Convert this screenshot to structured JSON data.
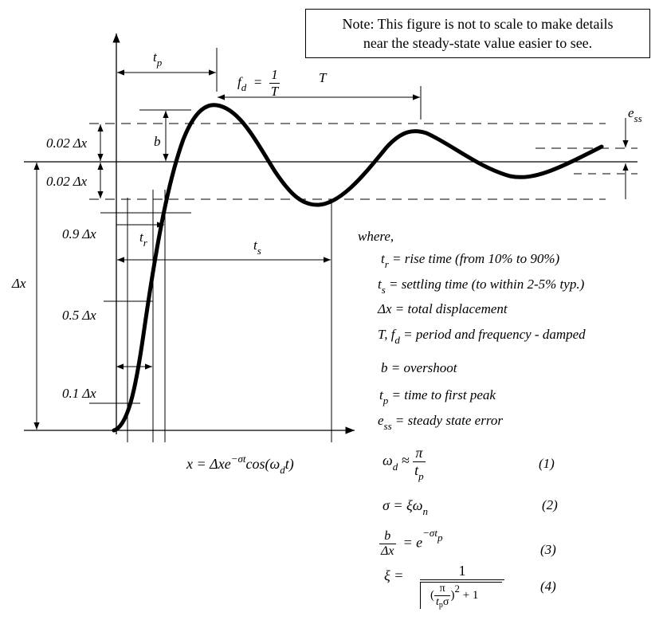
{
  "note": {
    "line1": "Note: This figure is not to scale to make details",
    "line2": "near the steady-state value easier to see."
  },
  "figure_labels": {
    "tp": "t",
    "tp_sub": "p",
    "fd": "f",
    "fd_sub": "d",
    "fd_eq": "=",
    "fd_num": "1",
    "fd_den": "T",
    "T": "T",
    "ess": "e",
    "ess_sub": "ss",
    "b": "b",
    "upper_band": "0.02 Δx",
    "lower_band": "0.02 Δx",
    "p90": "0.9 Δx",
    "p50": "0.5 Δx",
    "p10": "0.1 Δx",
    "dx": "Δx",
    "tr": "t",
    "tr_sub": "r",
    "ts": "t",
    "ts_sub": "s",
    "response_eq_lhs": "x  =  Δxe",
    "response_eq_sup": "−σt",
    "response_eq_rhs": "cos(ω",
    "response_eq_sub": "d",
    "response_eq_end": "t)"
  },
  "legend": {
    "where": "where,",
    "items": [
      {
        "sym": "t",
        "sub": "r",
        "text": " =  rise time (from 10% to 90%)"
      },
      {
        "sym": "t",
        "sub": "s",
        "text": " =  settling time (to within 2-5% typ.)"
      },
      {
        "sym": "Δx",
        "sub": "",
        "text": " =  total displacement"
      },
      {
        "sym": "T, f",
        "sub": "d",
        "text": " =  period and frequency - damped"
      },
      {
        "sym": "b",
        "sub": "",
        "text": " =  overshoot"
      },
      {
        "sym": "t",
        "sub": "p",
        "text": " =  time to first peak"
      },
      {
        "sym": "e",
        "sub": "ss",
        "text": " =  steady state error"
      }
    ]
  },
  "equations": {
    "eq1": {
      "lhs": "ω",
      "lhs_sub": "d",
      "rel": "≈",
      "num": "π",
      "den": "t",
      "den_sub": "p",
      "number": "(1)"
    },
    "eq2": {
      "lhs": "σ  =  ξω",
      "lhs_sub": "n",
      "number": "(2)"
    },
    "eq3": {
      "num": "b",
      "den": "Δx",
      "rel": "=  e",
      "sup": "−σt",
      "sup_sub": "p",
      "number": "(3)"
    },
    "eq4": {
      "lhs": "ξ  =",
      "num": "1",
      "inner_num": "π",
      "inner_den": "t",
      "inner_den_sub": "p",
      "inner_den_end": "σ",
      "pow": "2",
      "plus": "+ 1",
      "number": "(4)"
    }
  }
}
